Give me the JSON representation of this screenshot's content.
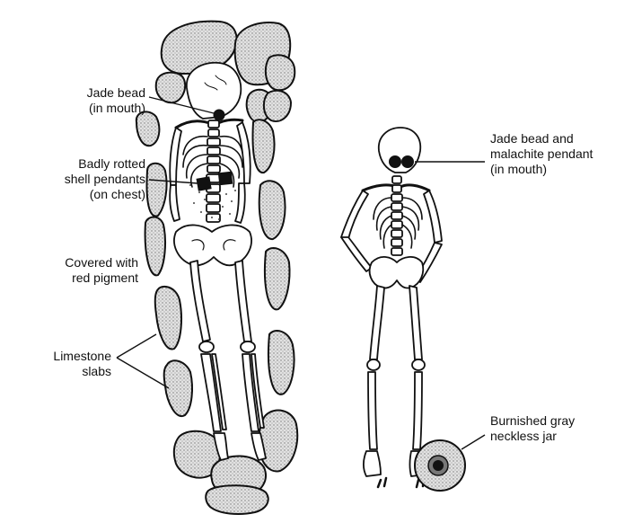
{
  "labels": {
    "jade_bead_mouth": [
      "Jade bead",
      "(in mouth)"
    ],
    "shell_pendants": [
      "Badly rotted",
      "shell pendants",
      "(on chest)"
    ],
    "red_pigment": [
      "Covered with",
      "red pigment"
    ],
    "limestone_slabs": [
      "Limestone",
      "slabs"
    ],
    "jade_malachite": [
      "Jade bead and",
      "malachite pendant",
      "(in mouth)"
    ],
    "gray_jar": [
      "Burnished gray",
      "neckless jar"
    ]
  },
  "colors": {
    "ink": "#111111",
    "stone_fill": "#d9d9d9",
    "bone_fill": "#ffffff"
  }
}
